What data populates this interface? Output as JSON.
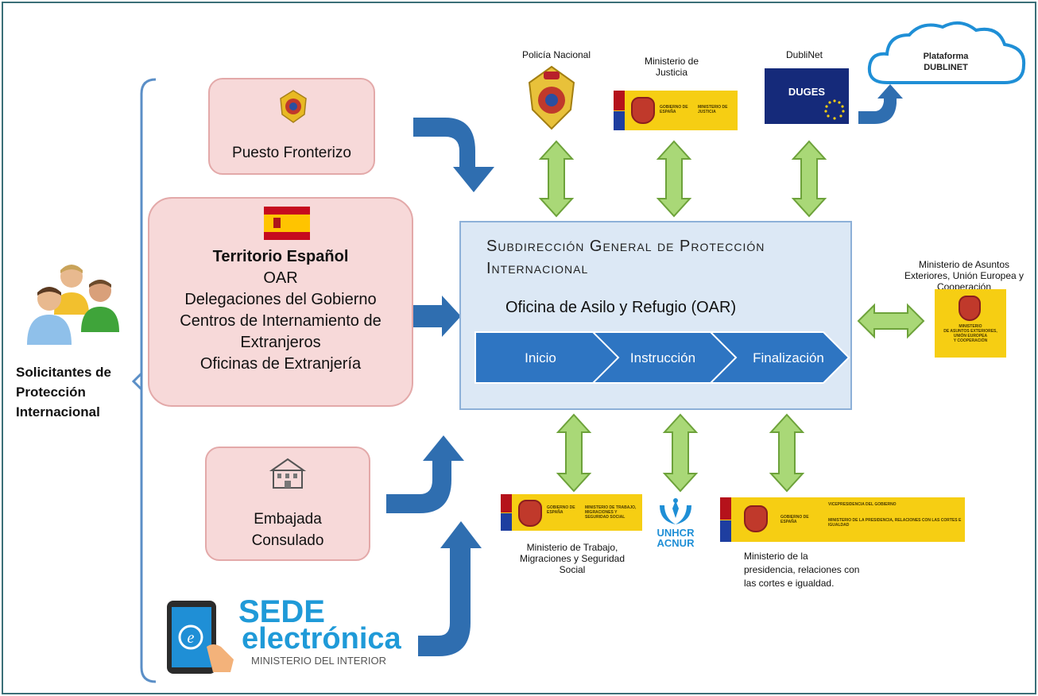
{
  "applicants": {
    "label_lines": [
      "Solicitantes de",
      "Protección",
      "Internacional"
    ]
  },
  "entry_points": {
    "border_post": "Puesto Fronterizo",
    "territory": {
      "title": "Territorio Español",
      "lines": [
        "OAR",
        "Delegaciones del Gobierno",
        "Centros de Internamiento de",
        "Extranjeros",
        "Oficinas de  Extranjería"
      ]
    },
    "embassy": {
      "lines": [
        "Embajada",
        "Consulado"
      ]
    },
    "sede": {
      "line1": "SEDE",
      "line2": "electrónica",
      "line3": "MINISTERIO DEL INTERIOR"
    }
  },
  "central": {
    "title_line1": "Subdirección General de Protección",
    "title_line2": "Internacional",
    "office": "Oficina de Asilo y Refugio (OAR)",
    "phases": [
      "Inicio",
      "Instrucción",
      "Finalización"
    ]
  },
  "top_partners": {
    "policia": "Policía Nacional",
    "justicia": [
      "Ministerio de",
      "Justicia"
    ],
    "justicia_logo": [
      "GOBIERNO DE ESPAÑA",
      "MINISTERIO DE JUSTICIA"
    ],
    "dublinet": "DubliNet",
    "duges": "DUGES",
    "cloud": [
      "Plataforma",
      "DUBLINET"
    ]
  },
  "right_partner": {
    "label": [
      "Ministerio de Asuntos",
      "Exteriores, Unión Europea y",
      "Cooperación"
    ],
    "logo": [
      "MINISTERIO",
      "DE ASUNTOS EXTERIORES,",
      "UNIÓN EUROPEA",
      "Y COOPERACIÓN"
    ]
  },
  "bottom_partners": {
    "trabajo": [
      "Ministerio de Trabajo,",
      "Migraciones y Seguridad",
      "Social"
    ],
    "trabajo_logo": [
      "GOBIERNO DE ESPAÑA",
      "MINISTERIO DE TRABAJO, MIGRACIONES Y SEGURIDAD SOCIAL"
    ],
    "unhcr": [
      "UNHCR",
      "ACNUR"
    ],
    "presidencia": [
      "Ministerio de la",
      "presidencia, relaciones con",
      "las cortes e igualdad."
    ],
    "presidencia_logo": [
      "GOBIERNO DE ESPAÑA",
      "VICEPRESIDENCIA DEL GOBIERNO",
      "MINISTERIO DE LA PRESIDENCIA, RELACIONES CON LAS CORTES E IGUALDAD"
    ]
  },
  "colors": {
    "arrow_blue": "#2f6eb0",
    "arrow_green": "#9bd165",
    "phase_blue": "#2e75c2",
    "pink": "#f7d9d9",
    "panel": "#dce8f5"
  }
}
